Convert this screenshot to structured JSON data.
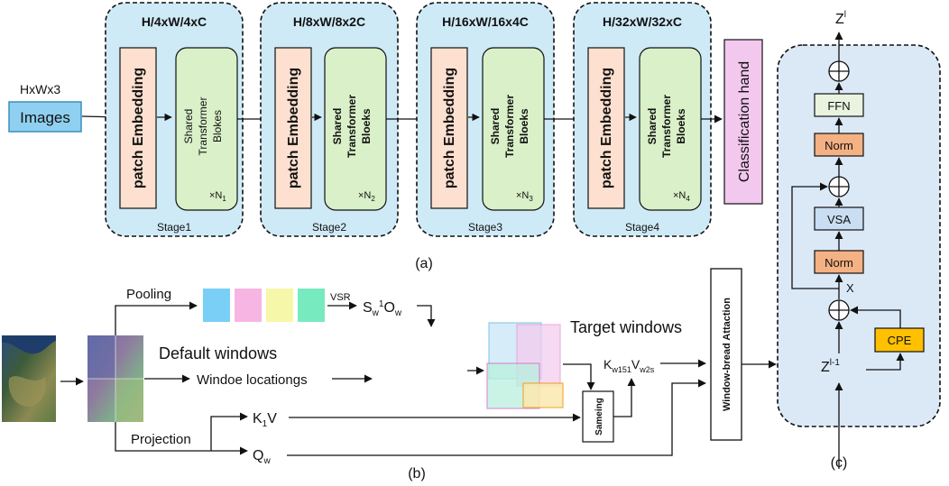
{
  "input": {
    "size_label": "HxWx3",
    "images_label": "Images"
  },
  "stages": [
    {
      "dims": "H/4xW/4xC",
      "patch": "patch Embedding",
      "shared": "Shared",
      "transformer": "Transformer",
      "blocks": "Blokes",
      "n": "×N",
      "n_sub": "1",
      "name": "Stage1"
    },
    {
      "dims": "H/8xW/8x2C",
      "patch": "patch Embedding",
      "shared": "Shared",
      "transformer": "Transformer",
      "blocks": "Bloeks",
      "n": "×N",
      "n_sub": "2",
      "name": "Stage2"
    },
    {
      "dims": "H/16xW/16x4C",
      "patch": "patch Embedding",
      "shared": "Shared",
      "transformer": "Transformer",
      "blocks": "Bloeks",
      "n": "×N",
      "n_sub": "3",
      "name": "Stage3"
    },
    {
      "dims": "H/32xW/32xC",
      "patch": "patch Embedding",
      "shared": "Shared",
      "transformer": "Transformer",
      "blocks": "Bloeks",
      "n": "×N",
      "n_sub": "4",
      "name": "Stage4"
    }
  ],
  "classification": "Classification hand",
  "label_a": "(a)",
  "label_b": "(b)",
  "label_c": "(c)",
  "part_b": {
    "pooling": "Pooling",
    "vsr": "VSR",
    "s_main": "S",
    "s_sub1": "w",
    "s_sup": "1",
    "s_o": "O",
    "s_sub2": "w",
    "default_windows": "Default windows",
    "window_locations": "Windoe locationgs",
    "target_windows": "Target windows",
    "k_main": "K",
    "k_sub": "w151",
    "v_main": "V",
    "v_sub": "w2s",
    "sameing": "Sameing",
    "projection": "Projection",
    "k1v_main": "K",
    "k1v_sub": "1",
    "k1v_tail": "V",
    "q_main": "Q",
    "q_sub": "w",
    "attention": "Window-bread Attaction"
  },
  "part_c": {
    "z_out": "Z",
    "z_out_sup": "l",
    "ffn": "FFN",
    "norm_top": "Norm",
    "vsa": "VSA",
    "norm_bottom": "Norm",
    "x_label": "X",
    "cpe": "CPE",
    "z_in": "Z",
    "z_in_sup": "l-1"
  },
  "colors": {
    "stage_fill": "#cfeaf7",
    "patch_fill": "#fde0cf",
    "shared_fill": "#d9f0c8",
    "class_fill": "#f2c8ef",
    "images_fill": "#8fd0f0",
    "c_panel_fill": "#dbe9f7",
    "ffn_fill": "#eaf3e0",
    "norm_fill": "#f4b183",
    "vsa_fill": "#c9def2",
    "cpe_fill": "#ffc000",
    "pool_colors": [
      "#79cff5",
      "#f7b5e3",
      "#f6f7a8",
      "#78eac0"
    ]
  }
}
